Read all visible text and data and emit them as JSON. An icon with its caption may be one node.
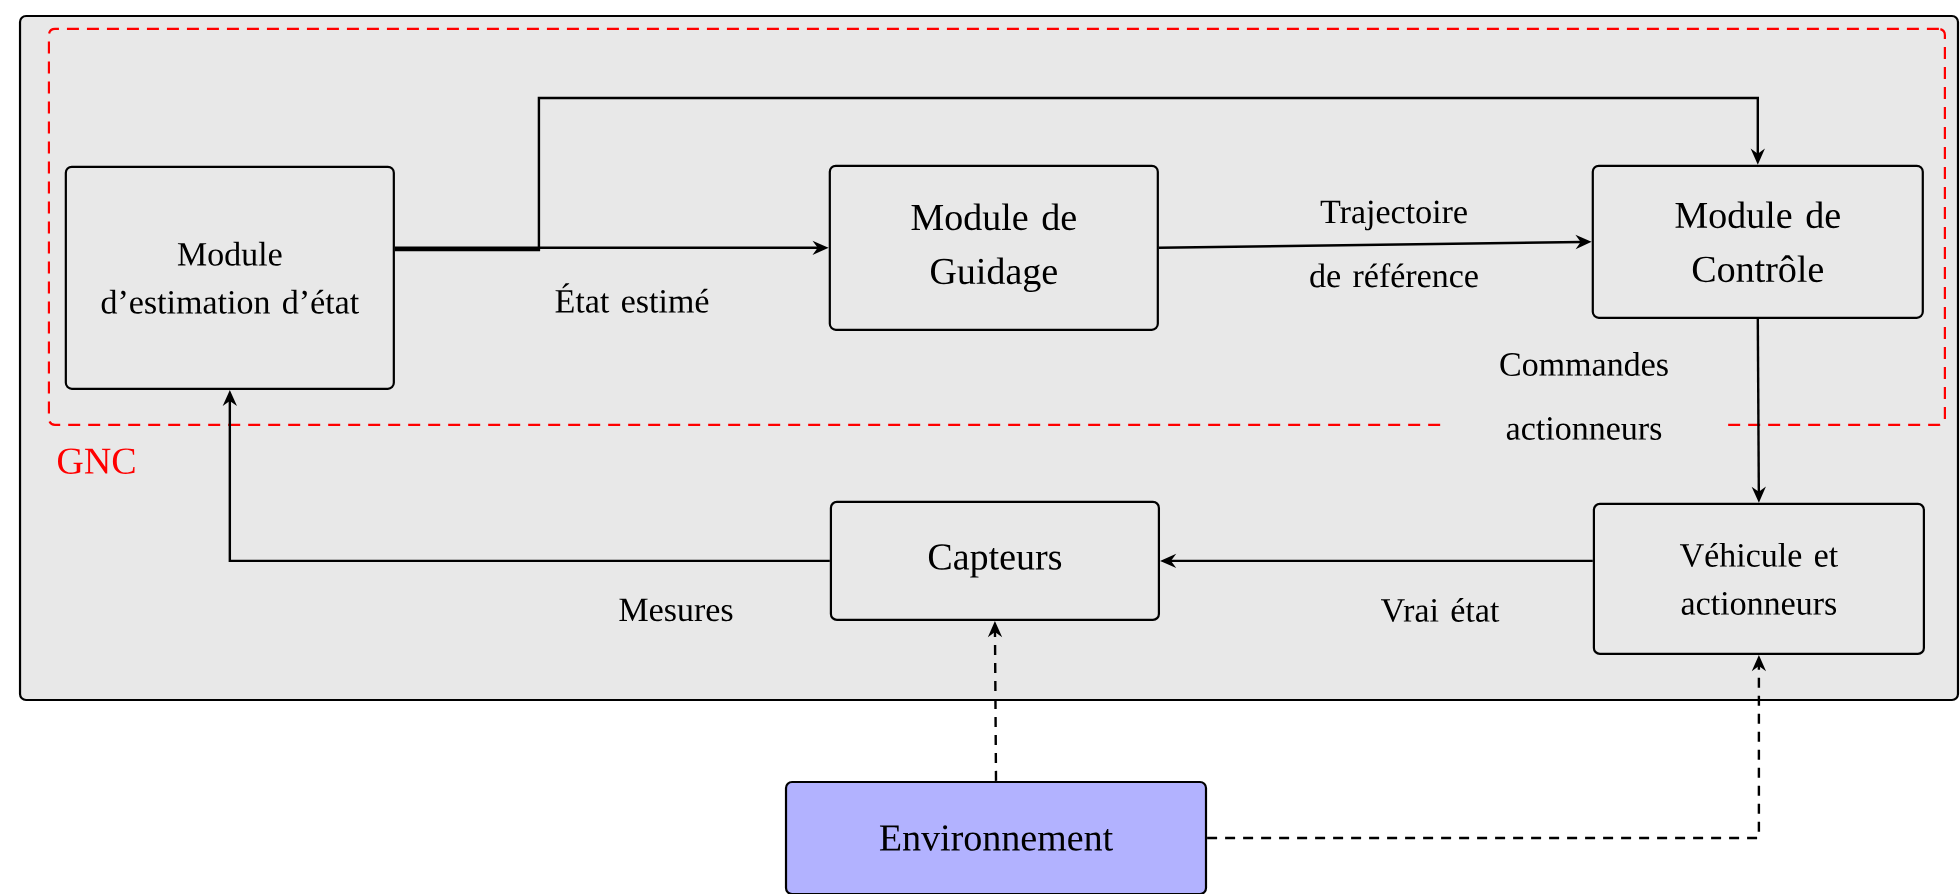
{
  "diagram": {
    "nodes": [
      {
        "text": [],
        "shape": "box"
      },
      {
        "text": [
          "GNC"
        ],
        "in": 0
      },
      {
        "text": [
          "Module d’estimation d’état"
        ],
        "in": 1
      },
      {
        "text": [
          "Module de Guidage"
        ],
        "in": 1
      },
      {
        "text": [
          "Module de Contrôle"
        ],
        "in": 1
      },
      {
        "text": [
          "Capteurs"
        ],
        "in": 0
      },
      {
        "text": [
          "Véhicule et actionneurs"
        ],
        "in": 0
      },
      {
        "text": [
          "Environnement"
        ]
      }
    ],
    "edges": [
      {
        "from": 2,
        "to": 3,
        "arrow": "to",
        "label": "État estimé"
      },
      {
        "from": 2,
        "to": 4,
        "arrow": "to"
      },
      {
        "from": 3,
        "to": 4,
        "arrow": "to",
        "label": "Trajectoire de référence"
      },
      {
        "from": 4,
        "to": 6,
        "arrow": "to",
        "label": "Commandes actionneurs"
      },
      {
        "from": 6,
        "to": 5,
        "arrow": "to",
        "label": "Vrai état"
      },
      {
        "from": 5,
        "to": 2,
        "arrow": "to",
        "label": "Mesures"
      },
      {
        "from": 7,
        "to": 5,
        "arrow": "to",
        "style": "dashed"
      },
      {
        "from": 7,
        "to": 6,
        "arrow": "to",
        "style": "dashed"
      }
    ]
  }
}
